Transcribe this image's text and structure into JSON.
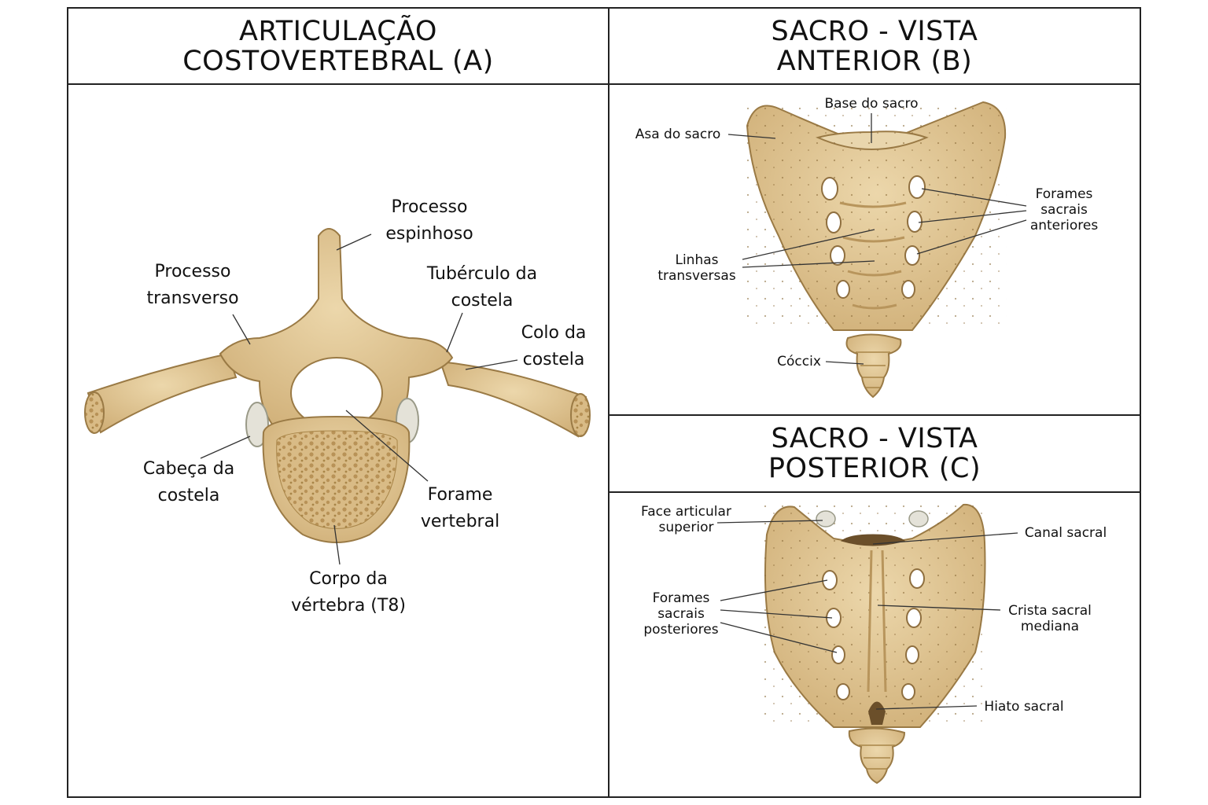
{
  "panels": {
    "a": {
      "title_line1": "ARTICULAÇÃO",
      "title_line2": "COSTOVERTEBRAL (A)"
    },
    "b": {
      "title_line1": "SACRO - VISTA",
      "title_line2": "ANTERIOR (B)"
    },
    "c": {
      "title_line1": "SACRO - VISTA",
      "title_line2": "POSTERIOR (C)"
    }
  },
  "labels_a": {
    "processo_espinhoso": [
      "Processo",
      "espinhoso"
    ],
    "processo_transverso": [
      "Processo",
      "transverso"
    ],
    "tuberculo_costela": [
      "Tubérculo da",
      "costela"
    ],
    "colo_costela": [
      "Colo da",
      "costela"
    ],
    "cabeca_costela": [
      "Cabeça da",
      "costela"
    ],
    "forame_vertebral": [
      "Forame",
      "vertebral"
    ],
    "corpo_vertebra": [
      "Corpo da",
      "vértebra (T8)"
    ]
  },
  "labels_b": {
    "base_sacro": "Base do sacro",
    "asa_sacro": "Asa do sacro",
    "forames_anteriores": [
      "Forames",
      "sacrais",
      "anteriores"
    ],
    "linhas_transversas": [
      "Linhas",
      "transversas"
    ],
    "coccix": "Cóccix"
  },
  "labels_c": {
    "face_articular": [
      "Face articular",
      "superior"
    ],
    "canal_sacral": "Canal sacral",
    "forames_posteriores": [
      "Forames",
      "sacrais",
      "posteriores"
    ],
    "crista_sacral": [
      "Crista sacral",
      "mediana"
    ],
    "hiato_sacral": "Hiato sacral"
  },
  "colors": {
    "bone": "#e3c999",
    "bone_shadow": "#c9a56d",
    "outline": "#9a7a45",
    "spongy": "#c8a673",
    "cartilage": "#dcdcd4"
  }
}
